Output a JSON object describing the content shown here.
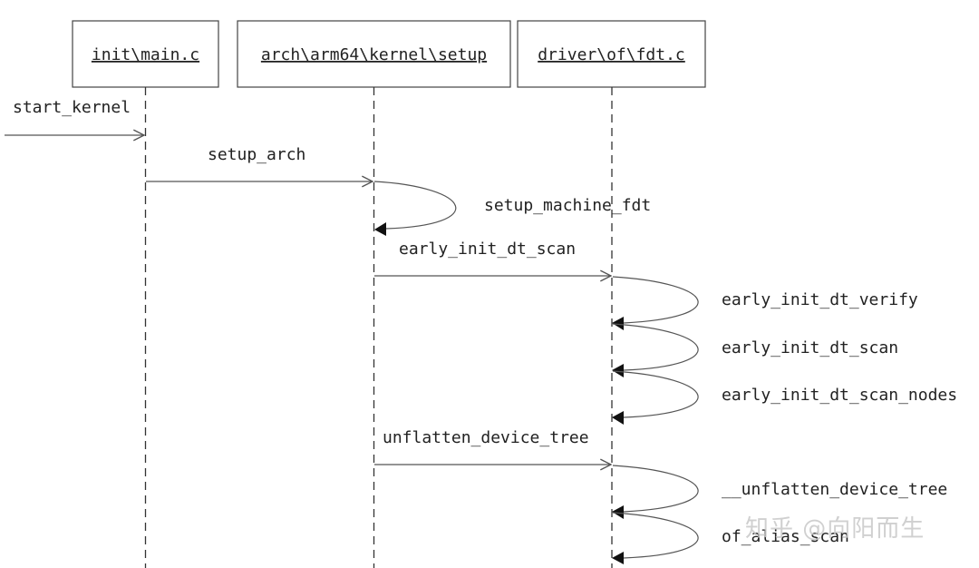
{
  "participants": [
    {
      "id": "p1",
      "label": "init\\main.c"
    },
    {
      "id": "p2",
      "label": "arch\\arm64\\kernel\\setup"
    },
    {
      "id": "p3",
      "label": "driver\\of\\fdt.c"
    }
  ],
  "messages": {
    "start_kernel": "start_kernel",
    "setup_arch": "setup_arch",
    "early_init_dt_scan": "early_init_dt_scan",
    "unflatten_device_tree": "unflatten_device_tree"
  },
  "self_calls": {
    "setup_machine_fdt": "setup_machine_fdt",
    "early_init_dt_verify": "early_init_dt_verify",
    "early_init_dt_scan": "early_init_dt_scan",
    "early_init_dt_scan_nodes": "early_init_dt_scan_nodes",
    "__unflatten_device_tree": "__unflatten_device_tree",
    "of_alias_scan": "of_alias_scan"
  },
  "watermark": "知乎 @向阳而生",
  "colors": {
    "line": "#555555",
    "text": "#222222",
    "box_border": "#444444",
    "arrow_head": "#111111"
  }
}
